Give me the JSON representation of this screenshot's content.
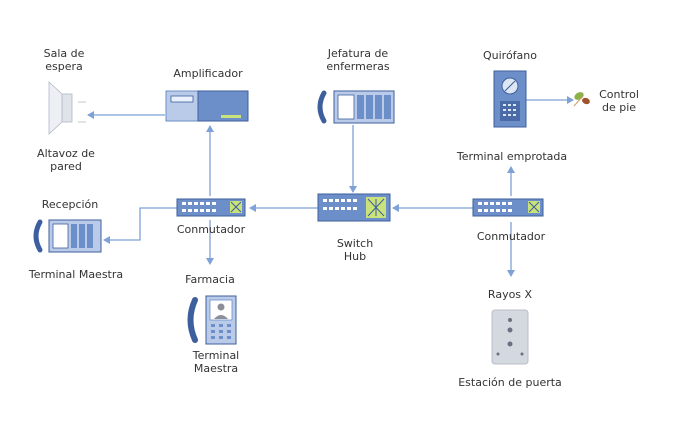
{
  "colors": {
    "device_fill": "#6d8fc9",
    "device_light": "#b9cbe8",
    "device_dark": "#3e5f9e",
    "line": "#7ea1d6",
    "text": "#333333",
    "gray": "#c9ced6"
  },
  "labels": {
    "sala_espera_1": "Sala de",
    "sala_espera_2": "espera",
    "altavoz_1": "Altavoz de",
    "altavoz_2": "pared",
    "amplificador": "Amplificador",
    "jefatura_1": "Jefatura de",
    "jefatura_2": "enfermeras",
    "quirofano": "Quirófano",
    "control_1": "Control",
    "control_2": "de pie",
    "terminal_empotrada": "Terminal emprotada",
    "recepcion": "Recepción",
    "conmutador_left": "Conmutador",
    "switch_1": "Switch",
    "switch_2": "Hub",
    "conmutador_right": "Conmutador",
    "terminal_maestra_left": "Terminal Maestra",
    "farmacia": "Farmacia",
    "terminal_maestra_1": "Terminal",
    "terminal_maestra_2": "Maestra",
    "rayos_x": "Rayos X",
    "estacion_puerta": "Estación de puerta"
  },
  "icons": [
    "speaker-icon",
    "amplifier-icon",
    "master-terminal-icon",
    "network-switch-icon",
    "flush-terminal-icon",
    "foot-control-icon",
    "handset-terminal-icon",
    "door-station-icon"
  ]
}
